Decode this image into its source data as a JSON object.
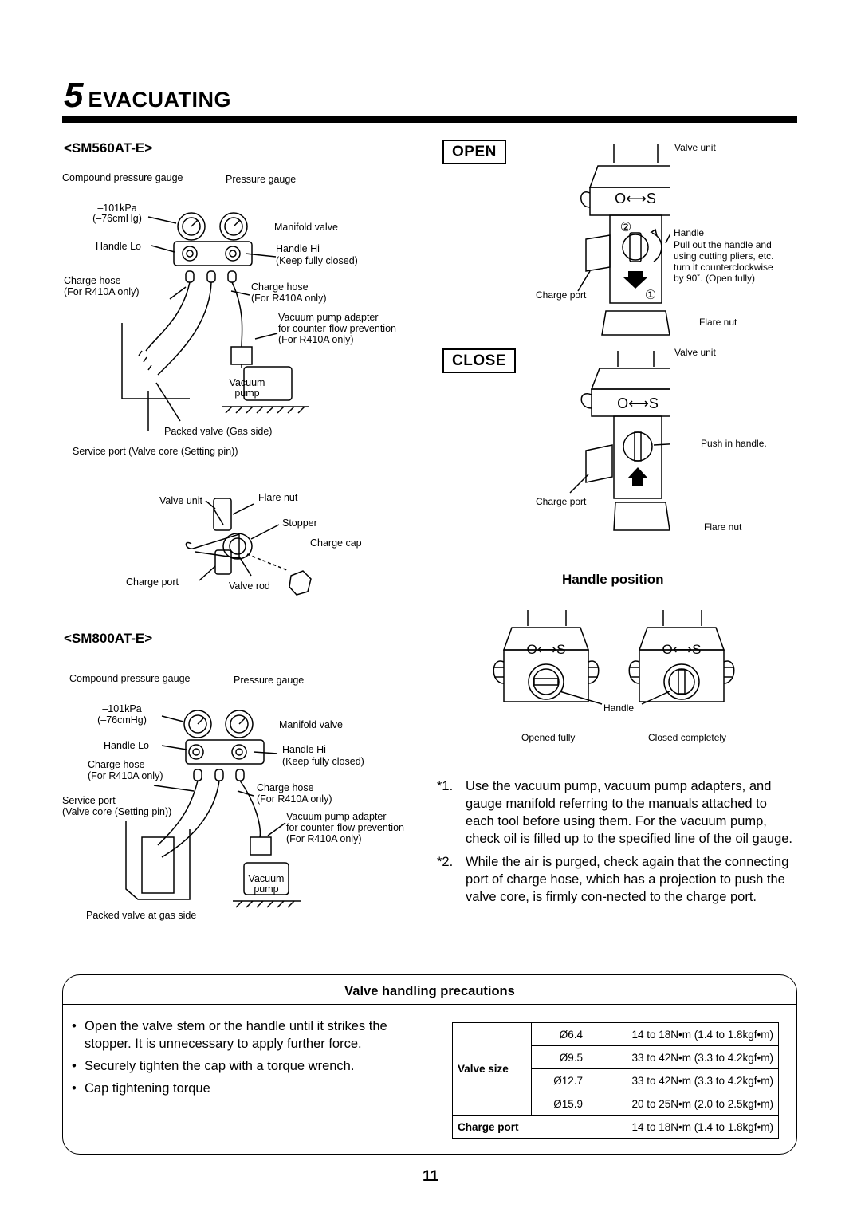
{
  "header": {
    "number": "5",
    "title": "EVACUATING"
  },
  "sm560": {
    "title": "<SM560AT-E>",
    "compound_gauge": "Compound pressure gauge",
    "pressure_gauge": "Pressure gauge",
    "kpa": "–101kPa",
    "cmhg": "(–76cmHg)",
    "manifold_valve": "Manifold valve",
    "handle_lo": "Handle Lo",
    "handle_hi": "Handle Hi",
    "keep_closed": "(Keep fully closed)",
    "charge_hose_left": "Charge hose",
    "for_r410a_left": "(For R410A only)",
    "charge_hose_right": "Charge hose",
    "for_r410a_right": "(For R410A only)",
    "vpa": "Vacuum pump adapter",
    "vpa_sub": "for counter-flow prevention",
    "vpa_r410a": "(For R410A only)",
    "vacuum": "Vacuum",
    "pump": "pump",
    "packed_valve": "Packed valve (Gas side)",
    "service_port": "Service port (Valve core (Setting pin))",
    "valve_unit": "Valve unit",
    "flare_nut": "Flare nut",
    "stopper": "Stopper",
    "charge_cap": "Charge cap",
    "charge_port": "Charge port",
    "valve_rod": "Valve rod"
  },
  "open": {
    "label": "OPEN",
    "valve_unit": "Valve unit",
    "handle": "Handle",
    "handle_desc": [
      "Pull out the handle and",
      "using cutting pliers, etc.",
      "turn it counterclockwise",
      "by 90˚. (Open fully)"
    ],
    "charge_port": "Charge port",
    "flare_nut": "Flare nut",
    "os_label": "O⟷S",
    "step1": "①",
    "step2": "②"
  },
  "close": {
    "label": "CLOSE",
    "valve_unit": "Valve unit",
    "push_in": "Push in handle.",
    "charge_port": "Charge port",
    "flare_nut": "Flare nut",
    "os_label": "O⟷S"
  },
  "handle_position": {
    "title": "Handle position",
    "handle": "Handle",
    "opened_fully": "Opened fully",
    "closed_completely": "Closed completely",
    "os_label": "O⟷S"
  },
  "sm800": {
    "title": "<SM800AT-E>",
    "compound_gauge": "Compound pressure gauge",
    "pressure_gauge": "Pressure gauge",
    "kpa": "–101kPa",
    "cmhg": "(–76cmHg)",
    "manifold_valve": "Manifold valve",
    "handle_lo": "Handle Lo",
    "handle_hi": "Handle Hi",
    "keep_closed": "(Keep fully closed)",
    "charge_hose_left": "Charge hose",
    "for_r410a_left": "(For R410A only)",
    "charge_hose_right": "Charge hose",
    "for_r410a_right": "(For R410A only)",
    "service_port": "Service port",
    "valve_core": "(Valve core (Setting pin))",
    "vpa": "Vacuum pump adapter",
    "vpa_sub": "for counter-flow prevention",
    "vpa_r410a": "(For R410A only)",
    "vacuum": "Vacuum",
    "pump": "pump",
    "packed_valve": "Packed valve at gas side"
  },
  "notes": [
    {
      "num": "*1.",
      "text": "Use the vacuum pump, vacuum pump adapters, and gauge manifold referring to the manuals attached to each tool before using them. For the vacuum pump, check oil is filled up to the specified line of the oil gauge."
    },
    {
      "num": "*2.",
      "text": "While the air is purged, check again that the connecting port of charge hose, which has a projection to push the valve core, is firmly con-nected to the charge port."
    }
  ],
  "precautions": {
    "title": "Valve handling precautions",
    "bullets": [
      "Open the valve stem or the handle until it strikes the stopper. It is unnecessary to apply further force.",
      "Securely tighten the cap with a torque wrench.",
      "Cap tightening torque"
    ],
    "valve_size_label": "Valve size",
    "charge_port_label": "Charge port",
    "rows": [
      {
        "size": "Ø6.4",
        "torque": "14 to 18N•m (1.4 to 1.8kgf•m)"
      },
      {
        "size": "Ø9.5",
        "torque": "33 to 42N•m (3.3 to 4.2kgf•m)"
      },
      {
        "size": "Ø12.7",
        "torque": "33 to 42N•m (3.3 to 4.2kgf•m)"
      },
      {
        "size": "Ø15.9",
        "torque": "20 to 25N•m (2.0 to 2.5kgf•m)"
      }
    ],
    "charge_port_torque": "14 to 18N•m (1.4 to 1.8kgf•m)"
  },
  "page_number": "11"
}
